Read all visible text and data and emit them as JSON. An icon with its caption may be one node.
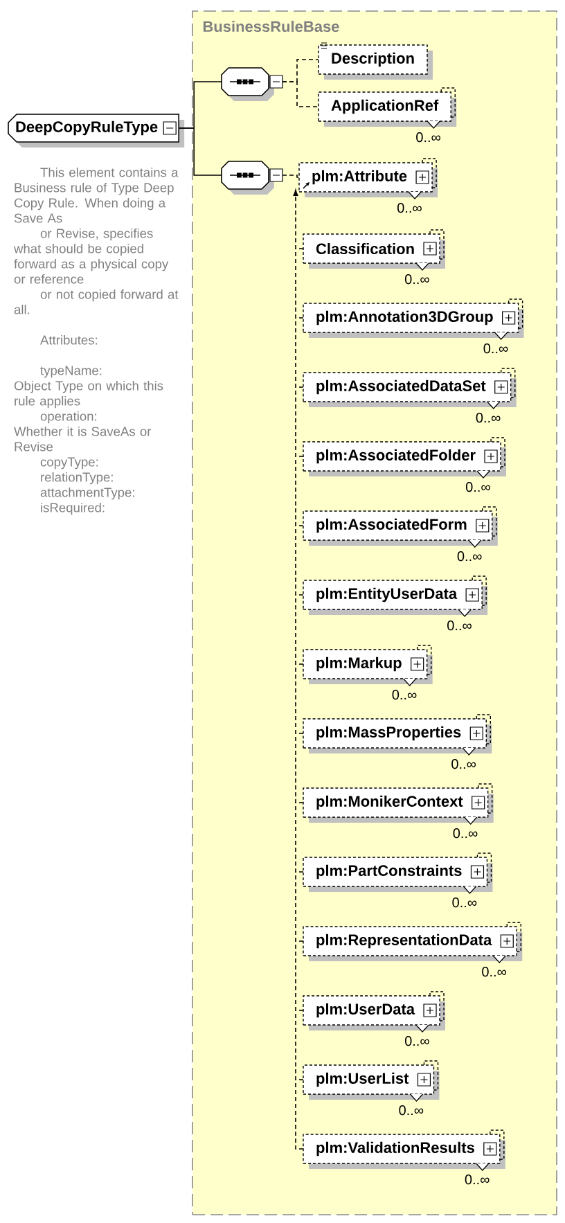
{
  "diagram": {
    "nodes": [
      {
        "text": [
          "BusinessRuleBase"
        ]
      },
      {
        "text": [
          "DeepCopyRuleType"
        ],
        "beside": [
          "This element contains a Business rule of Type Deep Copy Rule. When doing a Save As",
          "or Revise, specifies what should be copied forward as a physical copy or reference",
          "or not copied forward at all.",
          "Attributes:",
          "typeName:",
          "Object Type on which this rule applies",
          "operation:",
          "Whether it is SaveAs or Revise",
          "copyType:",
          "relationType:",
          "attachmentType:",
          "isRequired:"
        ]
      },
      {
        "text": [],
        "shape": "octagon",
        "in": 0
      },
      {
        "text": [],
        "shape": "octagon",
        "in": 0
      },
      {
        "text": [
          "Description"
        ],
        "in": 0
      },
      {
        "text": [
          "ApplicationRef"
        ],
        "in": 0,
        "beside": [
          "0..∞"
        ]
      },
      {
        "text": [
          "plm:Attribute"
        ],
        "in": 0,
        "beside": [
          "0..∞"
        ]
      },
      {
        "text": [
          "Classification"
        ],
        "in": 0,
        "beside": [
          "0..∞"
        ]
      },
      {
        "text": [
          "plm:Annotation3DGroup"
        ],
        "in": 0,
        "beside": [
          "0..∞"
        ]
      },
      {
        "text": [
          "plm:AssociatedDataSet"
        ],
        "in": 0,
        "beside": [
          "0..∞"
        ]
      },
      {
        "text": [
          "plm:AssociatedFolder"
        ],
        "in": 0,
        "beside": [
          "0..∞"
        ]
      },
      {
        "text": [
          "plm:AssociatedForm"
        ],
        "in": 0,
        "beside": [
          "0..∞"
        ]
      },
      {
        "text": [
          "plm:EntityUserData"
        ],
        "in": 0,
        "beside": [
          "0..∞"
        ]
      },
      {
        "text": [
          "plm:Markup"
        ],
        "in": 0,
        "beside": [
          "0..∞"
        ]
      },
      {
        "text": [
          "plm:MassProperties"
        ],
        "in": 0,
        "beside": [
          "0..∞"
        ]
      },
      {
        "text": [
          "plm:MonikerContext"
        ],
        "in": 0,
        "beside": [
          "0..∞"
        ]
      },
      {
        "text": [
          "plm:PartConstraints"
        ],
        "in": 0,
        "beside": [
          "0..∞"
        ]
      },
      {
        "text": [
          "plm:RepresentationData"
        ],
        "in": 0,
        "beside": [
          "0..∞"
        ]
      },
      {
        "text": [
          "plm:UserData"
        ],
        "in": 0,
        "beside": [
          "0..∞"
        ]
      },
      {
        "text": [
          "plm:UserList"
        ],
        "in": 0,
        "beside": [
          "0..∞"
        ]
      },
      {
        "text": [
          "plm:ValidationResults"
        ],
        "in": 0,
        "beside": [
          "0..∞"
        ]
      }
    ],
    "edges": [
      {
        "from": 1,
        "to": 2,
        "arrow": "none"
      },
      {
        "from": 1,
        "to": 3,
        "arrow": "none"
      },
      {
        "from": 2,
        "to": 4,
        "arrow": "none",
        "style": "dashed"
      },
      {
        "from": 2,
        "to": 5,
        "arrow": "none",
        "style": "dashed"
      },
      {
        "from": 3,
        "to": 6,
        "arrow": "none",
        "style": "dashed"
      },
      {
        "from": 7,
        "to": 6,
        "arrow": "to",
        "style": "dashed"
      },
      {
        "from": 8,
        "to": 6,
        "arrow": "to",
        "style": "dashed"
      },
      {
        "from": 9,
        "to": 6,
        "arrow": "to",
        "style": "dashed"
      },
      {
        "from": 10,
        "to": 6,
        "arrow": "to",
        "style": "dashed"
      },
      {
        "from": 11,
        "to": 6,
        "arrow": "to",
        "style": "dashed"
      },
      {
        "from": 12,
        "to": 6,
        "arrow": "to",
        "style": "dashed"
      },
      {
        "from": 13,
        "to": 6,
        "arrow": "to",
        "style": "dashed"
      },
      {
        "from": 14,
        "to": 6,
        "arrow": "to",
        "style": "dashed"
      },
      {
        "from": 15,
        "to": 6,
        "arrow": "to",
        "style": "dashed"
      },
      {
        "from": 16,
        "to": 6,
        "arrow": "to",
        "style": "dashed"
      },
      {
        "from": 17,
        "to": 6,
        "arrow": "to",
        "style": "dashed"
      },
      {
        "from": 18,
        "to": 6,
        "arrow": "to",
        "style": "dashed"
      },
      {
        "from": 19,
        "to": 6,
        "arrow": "to",
        "style": "dashed"
      },
      {
        "from": 20,
        "to": 6,
        "arrow": "to",
        "style": "dashed"
      }
    ]
  }
}
